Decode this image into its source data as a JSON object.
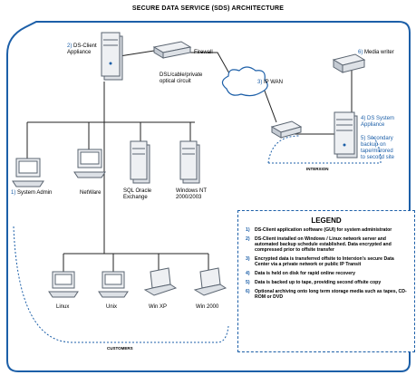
{
  "title": "SECURE DATA SERVICE (SDS) ARCHITECTURE",
  "nodes": {
    "ds_client": {
      "num": "2)",
      "label": "DS-Client\nAppliance"
    },
    "firewall": {
      "label": "Firewall"
    },
    "circuit": {
      "label": "DSL/cable/private\noptical circuit"
    },
    "wan": {
      "num": "3)",
      "label": "IP WAN"
    },
    "media_writer": {
      "num": "6)",
      "label": "Media writer"
    },
    "ds_system": {
      "num": "4)",
      "label": "DS System\nAppliance"
    },
    "secondary": {
      "num": "5)",
      "label": "Secondary\nbackup on\ntape/mirrored\nto second site"
    },
    "interxion": {
      "label": "INTERXION"
    },
    "sys_admin": {
      "num": "1)",
      "label": "System Admin"
    },
    "netware": {
      "label": "NetWare"
    },
    "sql": {
      "label": "SQL Oracle\nExchange"
    },
    "winnt": {
      "label": "Windows NT\n2000/2003"
    },
    "linux": {
      "label": "Linux"
    },
    "unix": {
      "label": "Unix"
    },
    "winxp": {
      "label": "Win XP"
    },
    "win2000": {
      "label": "Win 2000"
    },
    "customers": {
      "label": "CUSTOMERS"
    }
  },
  "legend": {
    "title": "LEGEND",
    "items": [
      {
        "num": "1)",
        "text": "DS-Client application software (GUI) for system administrator"
      },
      {
        "num": "2)",
        "text": "DS-Client installed on Windows / Linux network server and automated backup schedule established. Data encrypted and compressed prior to offsite transfer"
      },
      {
        "num": "3)",
        "text": "Encrypted data is transferred offsite to Interxion's secure Data Center via a private network or public IP Transit"
      },
      {
        "num": "4)",
        "text": "Data is held on disk for rapid online recovery"
      },
      {
        "num": "5)",
        "text": "Data is backed up to tape, providing second offsite copy"
      },
      {
        "num": "6)",
        "text": "Optional archiving onto long term storage media such as tapes, CD-ROM or DVD"
      }
    ]
  },
  "colors": {
    "accent": "#1c5fa8",
    "device_fill": "#dde1e6",
    "device_dark": "#5a6470",
    "line": "#222222"
  }
}
